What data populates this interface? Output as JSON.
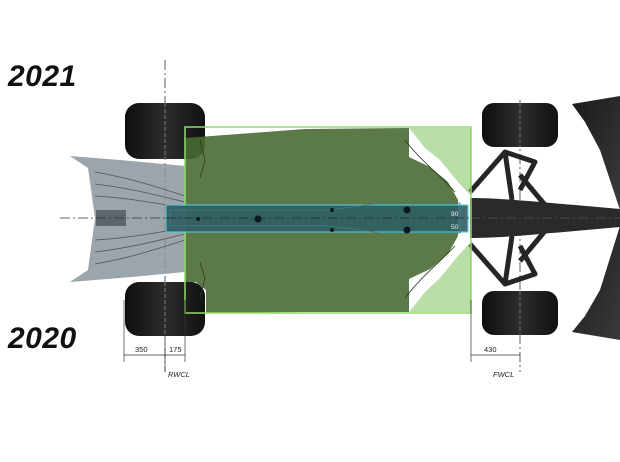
{
  "labels": {
    "year_2021": "2021",
    "year_2020": "2020"
  },
  "dimensions": {
    "rear_left": "350",
    "rear_right": "175",
    "front": "430",
    "plank_top": "90",
    "plank_bottom": "50"
  },
  "centerlines": {
    "rear": "RWCL",
    "front": "FWCL"
  },
  "colors": {
    "floor_fill": "#3f5a2c",
    "floor_highlight": "#8fdc6a",
    "plank_fill": "#2f5f63",
    "plank_outline": "#58c9d4",
    "tyre": "#1c1c1c",
    "suspension": "#262626",
    "diffuser": "#8a959c"
  }
}
